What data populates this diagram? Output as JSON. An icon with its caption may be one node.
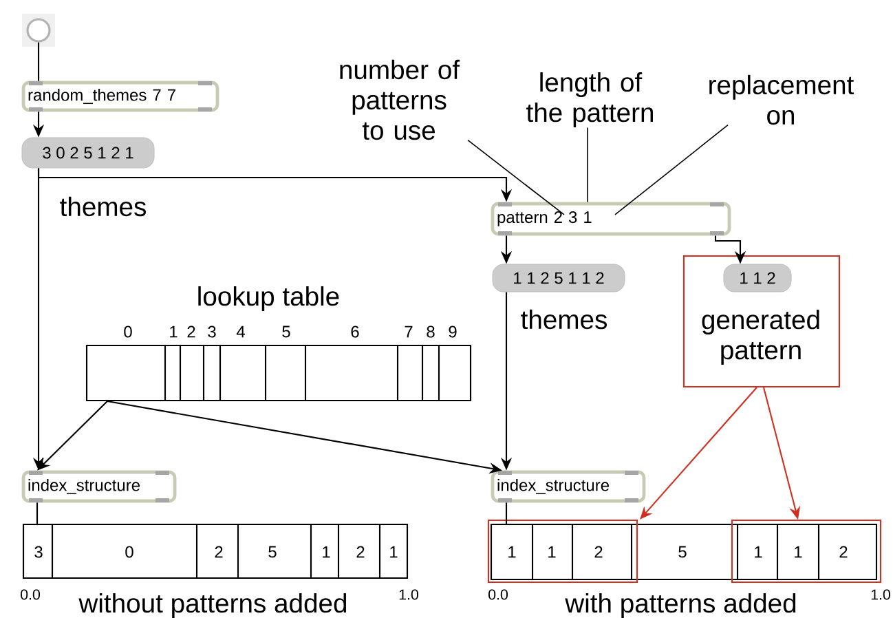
{
  "diagram": {
    "nodes": [
      {
        "text": [],
        "shape": "circle"
      },
      {
        "text": [
          "random_themes 7 7"
        ]
      },
      {
        "text": [
          "3 0 2 5 1 2 1"
        ]
      },
      {
        "text": [
          "pattern 2 3 1"
        ]
      },
      {
        "text": [
          "1 1 2 5 1 1 2"
        ]
      },
      {
        "text": [
          "generated pattern"
        ]
      },
      {
        "text": [
          "1 1 2"
        ],
        "in": 5
      },
      {
        "text": [
          "lookup table"
        ],
        "beside": [
          "0",
          "1",
          "2",
          "3",
          "4",
          "5",
          "6",
          "7",
          "8",
          "9"
        ]
      },
      {
        "text": [
          "index_structure"
        ]
      },
      {
        "text": [
          "index_structure"
        ]
      },
      {
        "text": [
          "without patterns added"
        ],
        "beside": [
          "0.0",
          "1.0"
        ]
      },
      {
        "text": [
          "with patterns added"
        ],
        "beside": [
          "0.0",
          "1.0"
        ]
      },
      {
        "text": [],
        "shape": "box"
      },
      {
        "text": [],
        "shape": "box"
      },
      {
        "text": [
          "number of patterns to use"
        ]
      },
      {
        "text": [
          "length of the pattern"
        ]
      },
      {
        "text": [
          "replacement on"
        ]
      }
    ],
    "edges": [
      {
        "from": 0,
        "to": 1,
        "arrow": "none"
      },
      {
        "from": 1,
        "to": 2,
        "arrow": "to"
      },
      {
        "from": 2,
        "to": 8,
        "arrow": "to"
      },
      {
        "from": 2,
        "to": 3,
        "arrow": "to"
      },
      {
        "from": 3,
        "to": 4,
        "arrow": "to"
      },
      {
        "from": 3,
        "to": 6,
        "arrow": "to"
      },
      {
        "from": 7,
        "to": 8,
        "arrow": "to"
      },
      {
        "from": 7,
        "to": 9,
        "arrow": "to"
      },
      {
        "from": 4,
        "to": 9,
        "arrow": "to"
      },
      {
        "from": 8,
        "to": 10,
        "arrow": "none"
      },
      {
        "from": 9,
        "to": 11,
        "arrow": "none"
      },
      {
        "from": 5,
        "to": 12,
        "arrow": "to",
        "color": "#d03020"
      },
      {
        "from": 5,
        "to": 13,
        "arrow": "to",
        "color": "#d03020"
      },
      {
        "from": 14,
        "to": 3,
        "arrow": "none"
      },
      {
        "from": 15,
        "to": 3,
        "arrow": "none"
      },
      {
        "from": 16,
        "to": 3,
        "arrow": "none"
      }
    ],
    "labels": [
      "themes",
      "themes",
      "3",
      "0",
      "2",
      "5",
      "1",
      "2",
      "1",
      "1",
      "1",
      "2",
      "5",
      "1",
      "1",
      "2"
    ]
  }
}
